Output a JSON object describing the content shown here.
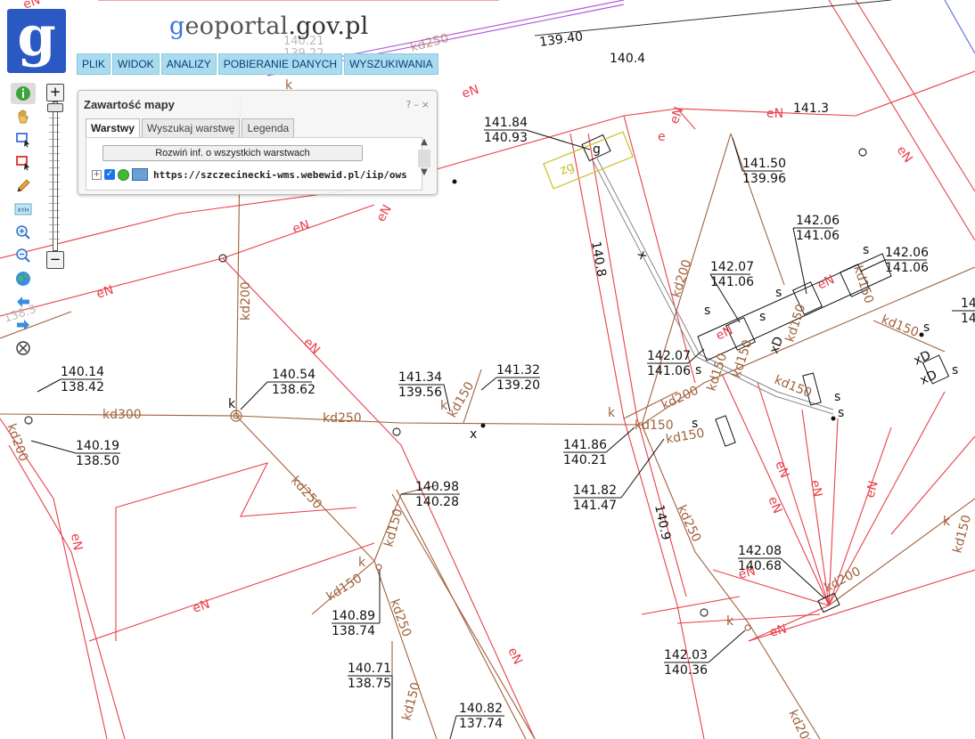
{
  "header": {
    "logo_letter": "g",
    "brand_prefix": "g",
    "brand_mid": "eoportal",
    "brand_suffix": ".gov.pl"
  },
  "menu": [
    "PLIK",
    "WIDOK",
    "ANALIZY",
    "POBIERANIE DANYCH",
    "WYSZUKIWANIA"
  ],
  "toolbar": {
    "tools": [
      "info-icon",
      "pan-hand-icon",
      "select-icon",
      "select-red-icon",
      "pencil-icon",
      "xyh-icon",
      "zoom-in-icon",
      "zoom-out-icon",
      "globe-icon",
      "back-arrow-icon",
      "forward-arrow-icon",
      "clear-icon"
    ],
    "xyh_label": "XYH",
    "zoom_plus": "+",
    "zoom_minus": "−"
  },
  "panel": {
    "title": "Zawartość mapy",
    "controls": [
      "?",
      "–",
      "×"
    ],
    "tabs": [
      "Warstwy",
      "Wyszukaj warstwę",
      "Legenda"
    ],
    "active_tab": 0,
    "expand_button": "Rozwiń inf. o wszystkich warstwach",
    "layer_url": "https://szczecinecki-wms.webewid.pl/iip/ows",
    "checkbox_mark": "✓"
  },
  "colors": {
    "energy": "#e8404a",
    "sewer": "#a0623c",
    "gas": "#c8c020",
    "telecom": "#b35ad6",
    "ink": "#111111",
    "menu_bg": "#a9dcee"
  },
  "map": {
    "labels": {
      "eN": "eN",
      "kd200": "kd200",
      "kd300": "kd300",
      "kd250": "kd250",
      "kd150": "kd150",
      "k": "k",
      "s": "s",
      "x": "x",
      "e": "e",
      "g": "g",
      "zg": "zg",
      "xD": "xD",
      "elev_top_139_40": "139.40",
      "elev_140_4": "140.4",
      "elev_141_3": "141.3",
      "elev_140_8": "140.8",
      "elev_140_9": "140.9",
      "elev_138_3": "138.3",
      "elev_top_140_21": "140.21",
      "elev_top_139_22": "139.22",
      "kd250_top": "kd250",
      "eN_top": "eN"
    },
    "elevations": [
      {
        "name": "elev-141-84",
        "top": "141.84",
        "bottom": "140.93"
      },
      {
        "name": "elev-141-50",
        "top": "141.50",
        "bottom": "139.96"
      },
      {
        "name": "elev-142-06a",
        "top": "142.06",
        "bottom": "141.06"
      },
      {
        "name": "elev-142-06b",
        "top": "142.06",
        "bottom": "141.06"
      },
      {
        "name": "elev-142-07a",
        "top": "142.07",
        "bottom": "141.06"
      },
      {
        "name": "elev-142-07b",
        "top": "142.07",
        "bottom": "141.06"
      },
      {
        "name": "elev-140-14",
        "top": "140.14",
        "bottom": "138.42"
      },
      {
        "name": "elev-140-54",
        "top": "140.54",
        "bottom": "138.62"
      },
      {
        "name": "elev-141-34",
        "top": "141.34",
        "bottom": "139.56"
      },
      {
        "name": "elev-141-32",
        "top": "141.32",
        "bottom": "139.20"
      },
      {
        "name": "elev-140-19",
        "top": "140.19",
        "bottom": "138.50"
      },
      {
        "name": "elev-141-86",
        "top": "141.86",
        "bottom": "140.21"
      },
      {
        "name": "elev-141-82",
        "top": "141.82",
        "bottom": "141.47"
      },
      {
        "name": "elev-140-98",
        "top": "140.98",
        "bottom": "140.28"
      },
      {
        "name": "elev-142-08",
        "top": "142.08",
        "bottom": "140.68"
      },
      {
        "name": "elev-140-89",
        "top": "140.89",
        "bottom": "138.74"
      },
      {
        "name": "elev-142-03",
        "top": "142.03",
        "bottom": "140.36"
      },
      {
        "name": "elev-140-71",
        "top": "140.71",
        "bottom": "138.75"
      },
      {
        "name": "elev-140-82",
        "top": "140.82",
        "bottom": "137.74"
      },
      {
        "name": "elev-14-right",
        "top": "14",
        "bottom": "14"
      }
    ]
  }
}
